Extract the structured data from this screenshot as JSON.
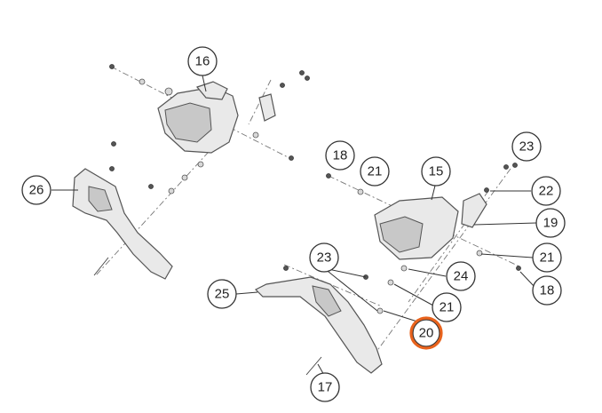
{
  "diagram": {
    "callouts": [
      {
        "id": "c16",
        "label": "16"
      },
      {
        "id": "c26",
        "label": "26"
      },
      {
        "id": "c18a",
        "label": "18"
      },
      {
        "id": "c21a",
        "label": "21"
      },
      {
        "id": "c15",
        "label": "15"
      },
      {
        "id": "c23a",
        "label": "23"
      },
      {
        "id": "c22",
        "label": "22"
      },
      {
        "id": "c19",
        "label": "19"
      },
      {
        "id": "c21b",
        "label": "21"
      },
      {
        "id": "c18b",
        "label": "18"
      },
      {
        "id": "c23b",
        "label": "23"
      },
      {
        "id": "c24",
        "label": "24"
      },
      {
        "id": "c25",
        "label": "25"
      },
      {
        "id": "c21c",
        "label": "21"
      },
      {
        "id": "c20",
        "label": "20",
        "highlighted": true
      },
      {
        "id": "c17",
        "label": "17"
      }
    ],
    "highlight_color": "#e8621c"
  }
}
